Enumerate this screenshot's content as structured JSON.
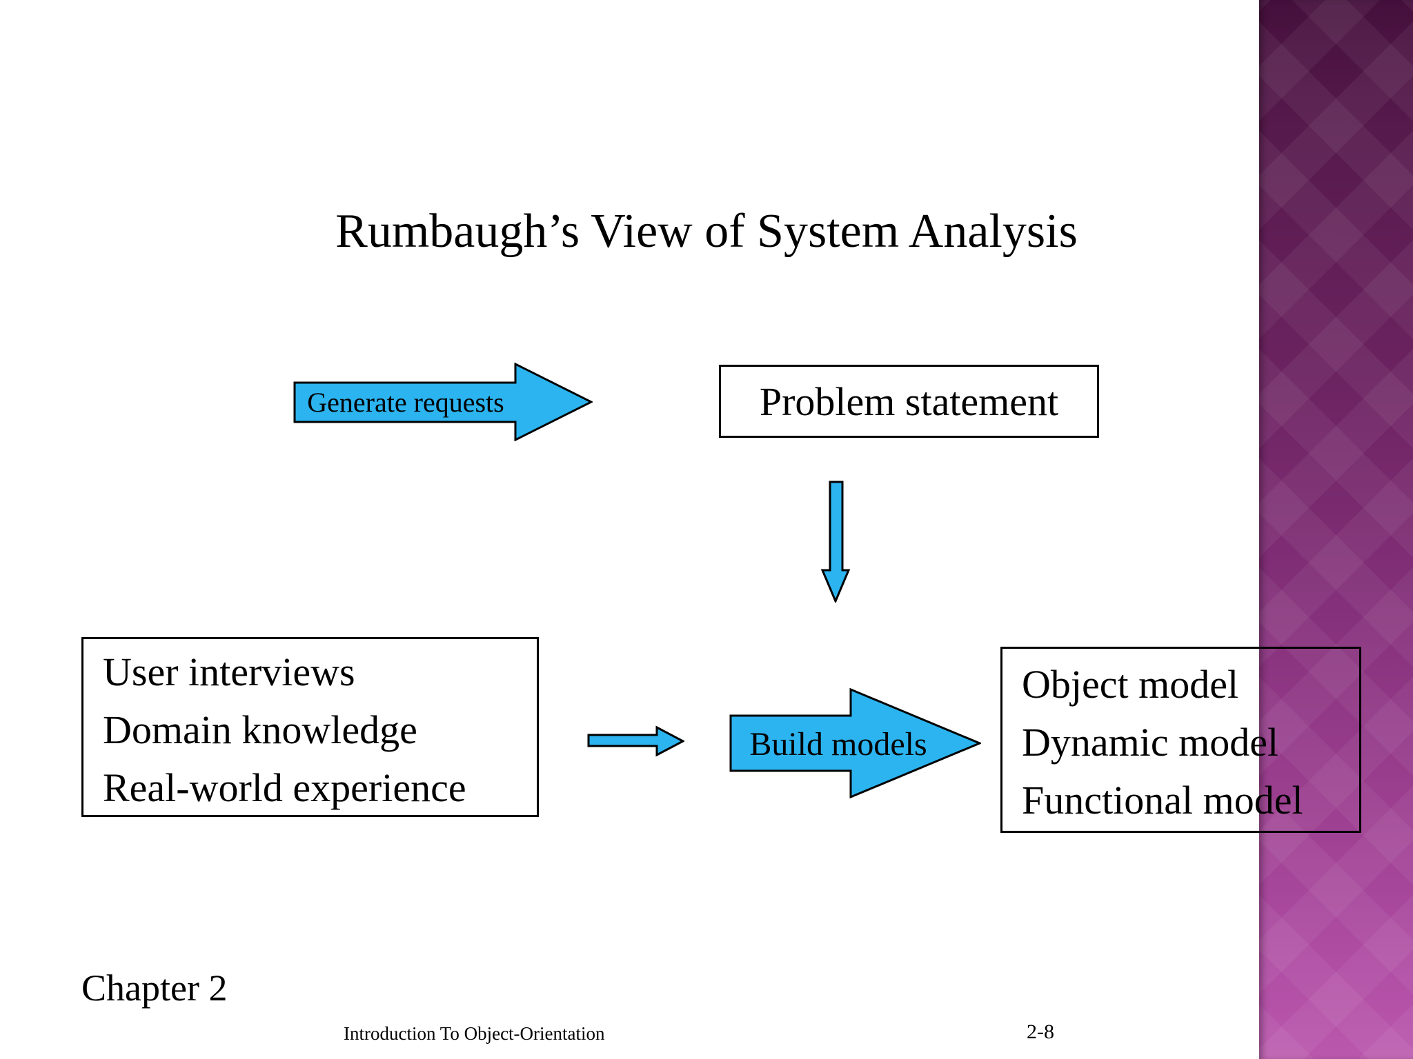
{
  "slide": {
    "title": "Rumbaugh’s View of System Analysis",
    "chapter_label": "Chapter 2",
    "footer_course": "Introduction To Object-Orientation",
    "page_number": "2-8"
  },
  "diagram": {
    "generate_arrow": {
      "label": "Generate requests"
    },
    "problem_box": {
      "text": "Problem statement"
    },
    "inputs_box": {
      "lines": [
        "User interviews",
        "Domain knowledge",
        "Real-world experience"
      ]
    },
    "build_arrow": {
      "label": "Build models"
    },
    "models_box": {
      "lines": [
        "Object model",
        "Dynamic model",
        "Functional model"
      ]
    }
  },
  "colors": {
    "arrow_fill": "#2CB4F0",
    "arrow_stroke": "#000000"
  }
}
